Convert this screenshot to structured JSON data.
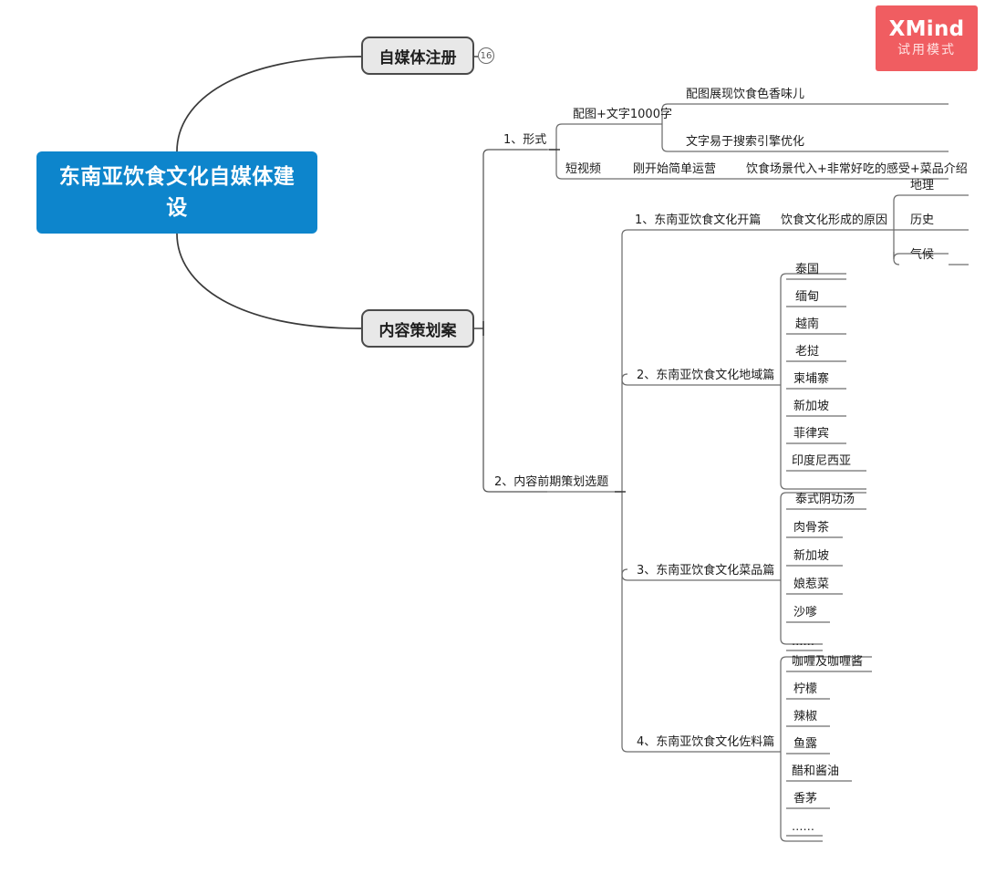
{
  "app": {
    "watermark_main": "XMind",
    "watermark_sub": "试用模式"
  },
  "root": {
    "label": "东南亚饮食文化自媒体建设",
    "color": "#0d85cc",
    "text_color": "#ffffff"
  },
  "main_branches": [
    {
      "label": "自媒体注册",
      "badge": "16"
    },
    {
      "label": "内容策划案",
      "badge": ""
    }
  ],
  "nodes": {
    "form": "1、形式",
    "form_c1": "配图+文字1000字",
    "form_c1_d1": "配图展现饮食色香味儿",
    "form_c1_d2": "文字易于搜索引擎优化",
    "form_c2": "短视频",
    "form_c2_d1": "刚开始简单运营",
    "form_c2_d2": "饮食场景代入+非常好吃的感受+菜品介绍",
    "planning": "2、内容前期策划选题",
    "sec1": "1、东南亚饮食文化开篇",
    "sec1_child": "饮食文化形成的原因",
    "sec1_reasons": [
      "地理",
      "历史",
      "气候"
    ],
    "sec2": "2、东南亚饮食文化地域篇",
    "sec2_items": [
      "泰国",
      "缅甸",
      "越南",
      "老挝",
      "柬埔寨",
      "新加坡",
      "菲律宾",
      "印度尼西亚"
    ],
    "sec3": "3、东南亚饮食文化菜品篇",
    "sec3_items": [
      "泰式阴功汤",
      "肉骨茶",
      "新加坡",
      "娘惹菜",
      "沙嗲",
      "……"
    ],
    "sec4": "4、东南亚饮食文化佐料篇",
    "sec4_items": [
      "咖喱及咖喱酱",
      "柠檬",
      "辣椒",
      "鱼露",
      "醋和酱油",
      "香茅",
      "……"
    ]
  },
  "colors": {
    "root_fill": "#0d85cc",
    "branch_fill": "#e8e8e8",
    "branch_border": "#4a4a4a",
    "line": "#3a3a3a",
    "text": "#1c1c1c",
    "watermark_bg": "#f05d61"
  }
}
